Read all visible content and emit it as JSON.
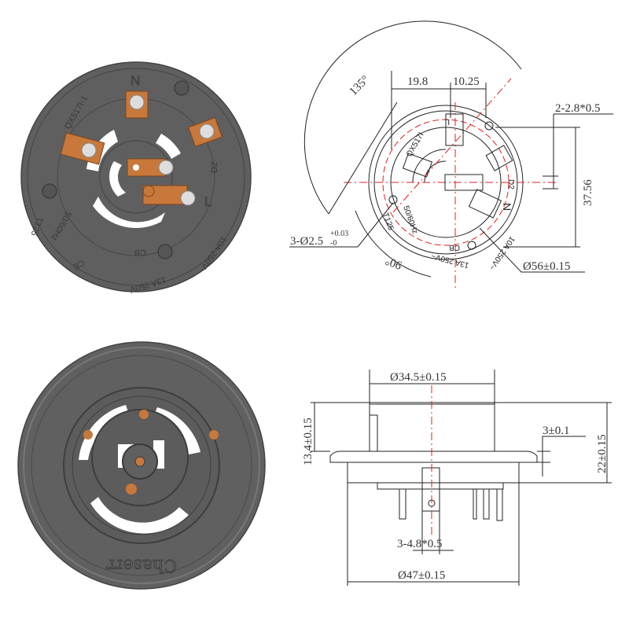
{
  "colors": {
    "body": "#5f5f5f",
    "copper": "#c8783a",
    "centerline": "#e02020",
    "dimension": "#222222"
  },
  "render_top": {
    "labels": {
      "n": "N",
      "l": "L",
      "d2": "D2",
      "model": "QX517I-1",
      "freq": "50/60Hz",
      "temp": "T125",
      "rating_10a": "10A 250V~",
      "rating_13a": "13A 250V~",
      "cb": "CB",
      "ce": "CE"
    }
  },
  "drawing_top": {
    "labels": {
      "model": "QX517I",
      "d2": "D2",
      "n": "N",
      "l": "L",
      "freq": "50/60Hz",
      "temp": "T125",
      "rating_13a": "13A 250V~",
      "rating_10a": "10A 250V~",
      "cb": "CB"
    },
    "dims": {
      "angle_135": "135°",
      "width_19_8": "19.8",
      "width_10_25": "10.25",
      "slot": "2-2.8*0.5",
      "height_37_56": "37.56",
      "holes": "3-Ø2.5",
      "holes_tol_upper": "+0.03",
      "holes_tol_lower": "-0",
      "angle_90": "90°",
      "diameter_56": "Ø56±0.15"
    }
  },
  "render_bottom": {
    "logo": "Chaserr"
  },
  "drawing_side": {
    "dims": {
      "diameter_34_5": "Ø34.5±0.15",
      "height_13_4": "13.4±0.15",
      "flange_3": "3±0.1",
      "height_22": "22±0.15",
      "pins": "3-4.8*0.5",
      "diameter_47": "Ø47±0.15"
    }
  }
}
